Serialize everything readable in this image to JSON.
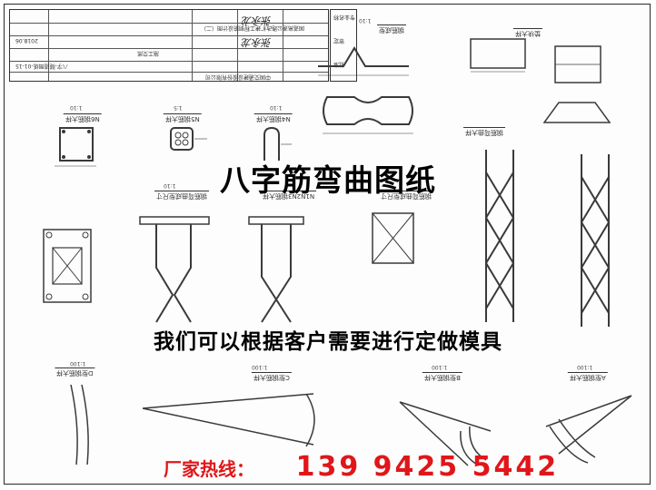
{
  "document": {
    "headline": "八字筋弯曲图纸",
    "subheadline": "我们可以根据客户需要进行定做模具",
    "hotline_label": "厂家热线：",
    "hotline_number": "139  9425  5442"
  },
  "title_block": {
    "company": "中国交通建设股份有限公司",
    "project": "国道高速公路改扩建工程钢筋设计图（二）",
    "sheet_name": "施工交底",
    "date": "2018.06",
    "drawing_no": "八字-隧道图纸-01-15",
    "signatures": [
      "张永龙",
      "张永龙"
    ]
  },
  "legend": {
    "labels": [
      "专业名称",
      "审定",
      "批准"
    ]
  },
  "drawings": {
    "labels": [
      "N6钢筋大样",
      "N5钢筋大样",
      "N4钢筋大样",
      "钢筋弯曲成型尺寸",
      "N1N2N3钢筋大样",
      "钢筋弯曲成型尺寸",
      "钢筋弯曲大样",
      "垫块大样",
      "钢筋成型",
      "D型钢筋大样",
      "C型钢筋大样",
      "B型钢筋大样",
      "A型钢筋大样"
    ],
    "scales": [
      "1:10",
      "1:5",
      "1:10",
      "1:10",
      "1:10",
      "1:100",
      "1:100",
      "1:100",
      "1:100"
    ]
  },
  "colors": {
    "line": "#3a3a3a",
    "hotline": "#e0161a",
    "headline": "#000000"
  }
}
